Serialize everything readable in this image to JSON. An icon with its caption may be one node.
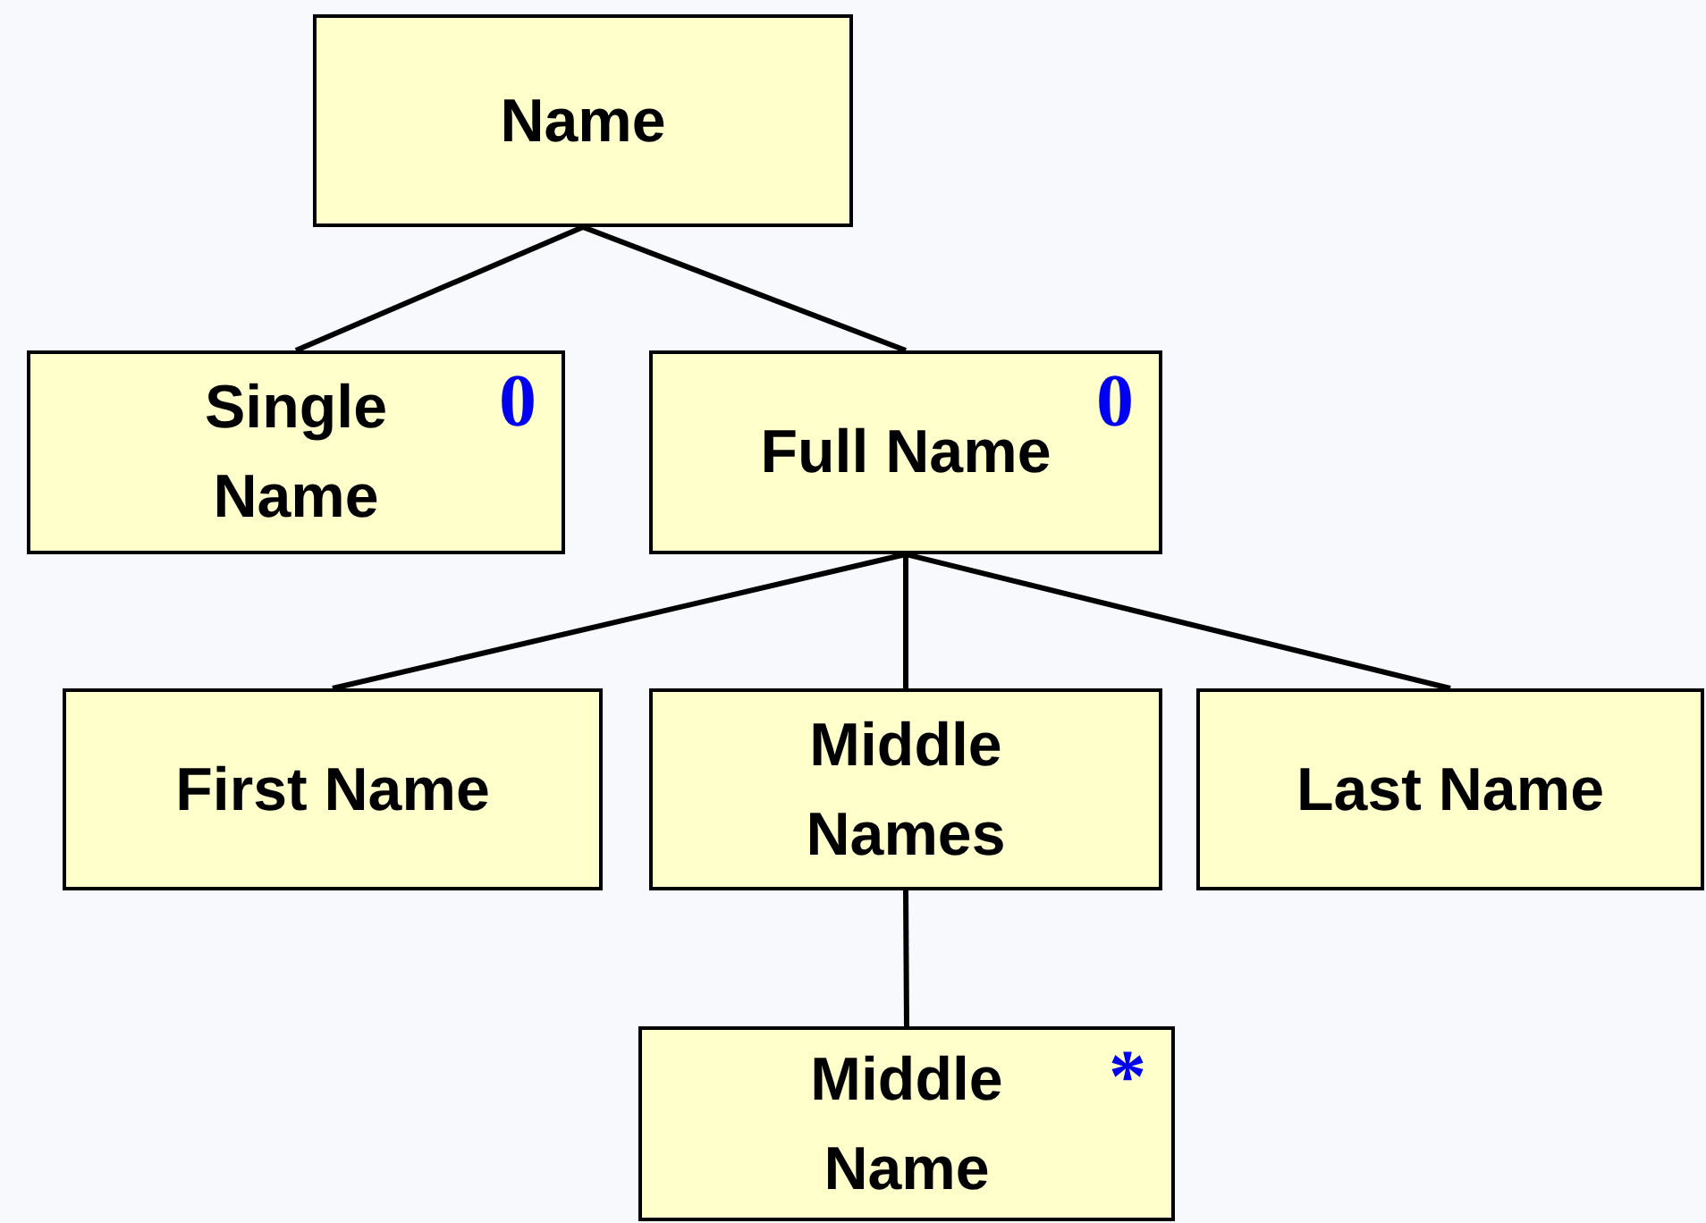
{
  "diagram": {
    "nodes": [
      {
        "text": [
          "Name"
        ]
      },
      {
        "text": [
          "Single Name",
          "0"
        ]
      },
      {
        "text": [
          "Full Name",
          "0"
        ]
      },
      {
        "text": [
          "First Name"
        ]
      },
      {
        "text": [
          "Middle Names"
        ]
      },
      {
        "text": [
          "Last Name"
        ]
      },
      {
        "text": [
          "Middle Name",
          "*"
        ]
      }
    ],
    "edges": [
      {
        "from": 0,
        "to": 1,
        "arrow": "none"
      },
      {
        "from": 0,
        "to": 2,
        "arrow": "none"
      },
      {
        "from": 2,
        "to": 3,
        "arrow": "none"
      },
      {
        "from": 2,
        "to": 4,
        "arrow": "none"
      },
      {
        "from": 2,
        "to": 5,
        "arrow": "none"
      },
      {
        "from": 4,
        "to": 6,
        "arrow": "none"
      }
    ]
  }
}
